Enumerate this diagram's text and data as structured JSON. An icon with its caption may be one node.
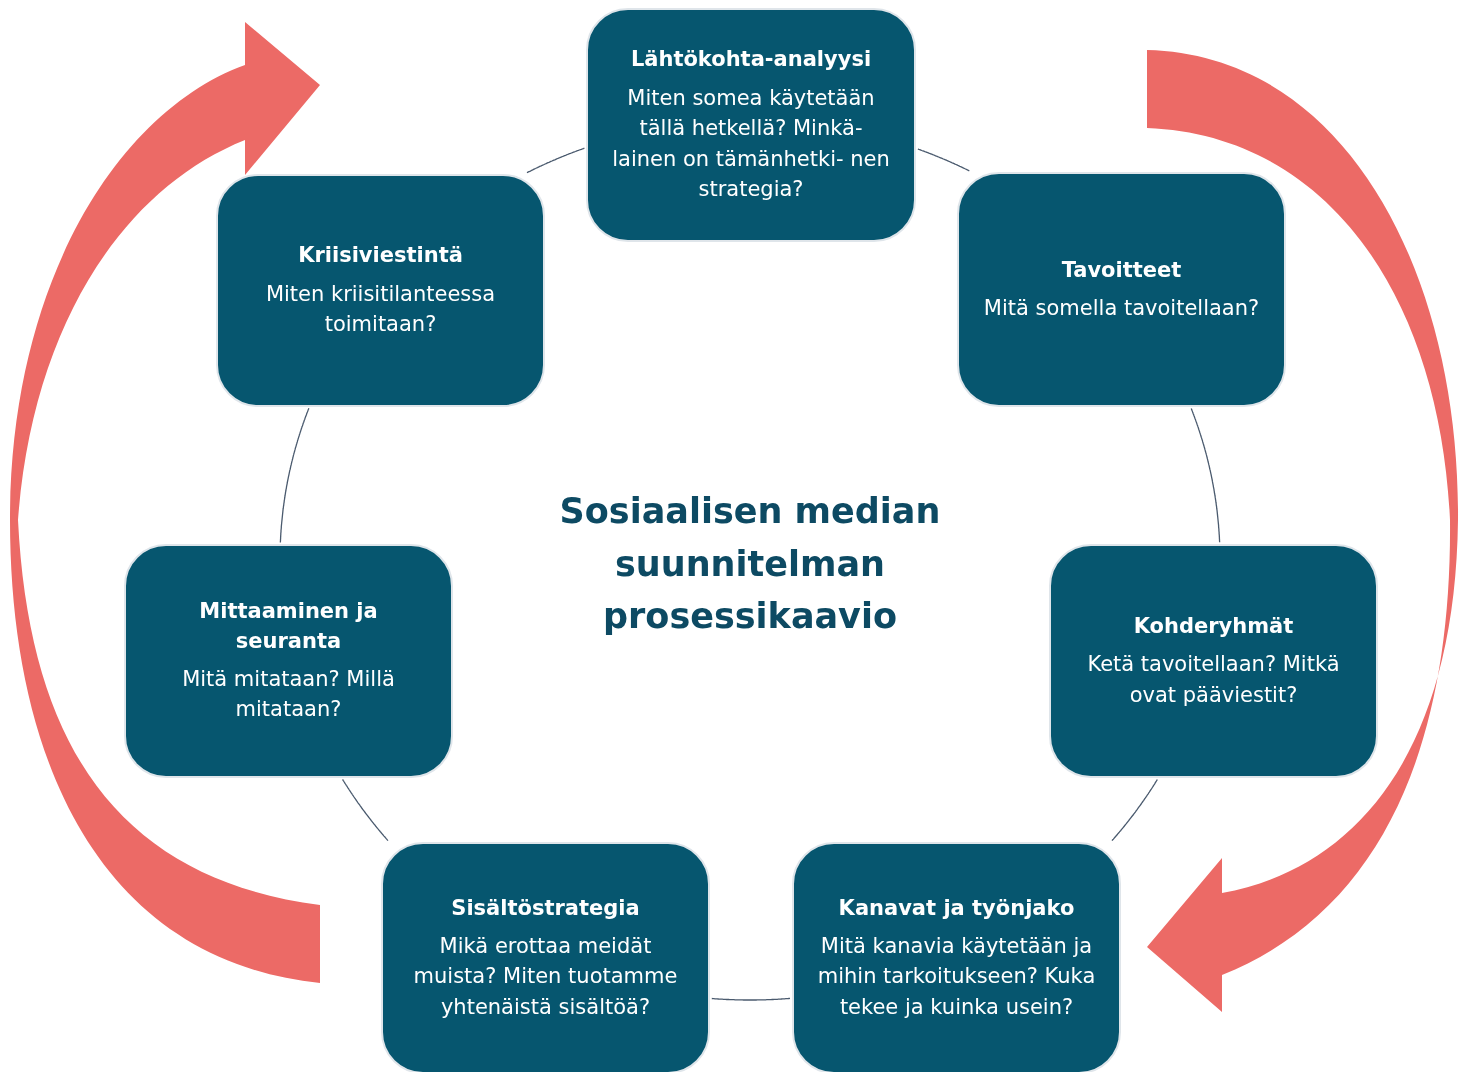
{
  "diagram": {
    "title": "Sosiaalisen median suunnitelman prosessikaavio",
    "nodes": [
      {
        "text": [
          "Lähtökohta-analyysi",
          "Miten somea käytetään tällä hetkellä? Minkä- lainen on tämänhetki- nen strategia?"
        ]
      },
      {
        "text": [
          "Kriisiviestintä",
          "Miten kriisitilanteessa toimitaan?"
        ]
      },
      {
        "text": [
          "Tavoitteet",
          "Mitä somella tavoitellaan?"
        ]
      },
      {
        "text": [
          "Mittaaminen ja seuranta",
          "Mitä mitataan? Millä mitataan?"
        ]
      },
      {
        "text": [
          "Kohderyhmät",
          "Ketä tavoitellaan? Mitkä ovat pääviestit?"
        ]
      },
      {
        "text": [
          "Sisältöstrategia",
          "Mikä erottaa meidät muista? Miten tuotamme yhtenäistä sisältöä?"
        ]
      },
      {
        "text": [
          "Kanavat ja työnjako",
          "Mitä kanavia käytetään ja mihin tarkoitukseen? Kuka tekee ja kuinka usein?"
        ]
      }
    ],
    "edges": [
      {
        "from": 0,
        "to": 2,
        "arrow": "none"
      },
      {
        "from": 2,
        "to": 4,
        "arrow": "none"
      },
      {
        "from": 4,
        "to": 6,
        "arrow": "none"
      },
      {
        "from": 6,
        "to": 5,
        "arrow": "none"
      },
      {
        "from": 5,
        "to": 3,
        "arrow": "none"
      },
      {
        "from": 3,
        "to": 1,
        "arrow": "none"
      },
      {
        "from": 1,
        "to": 0,
        "arrow": "none"
      }
    ]
  }
}
